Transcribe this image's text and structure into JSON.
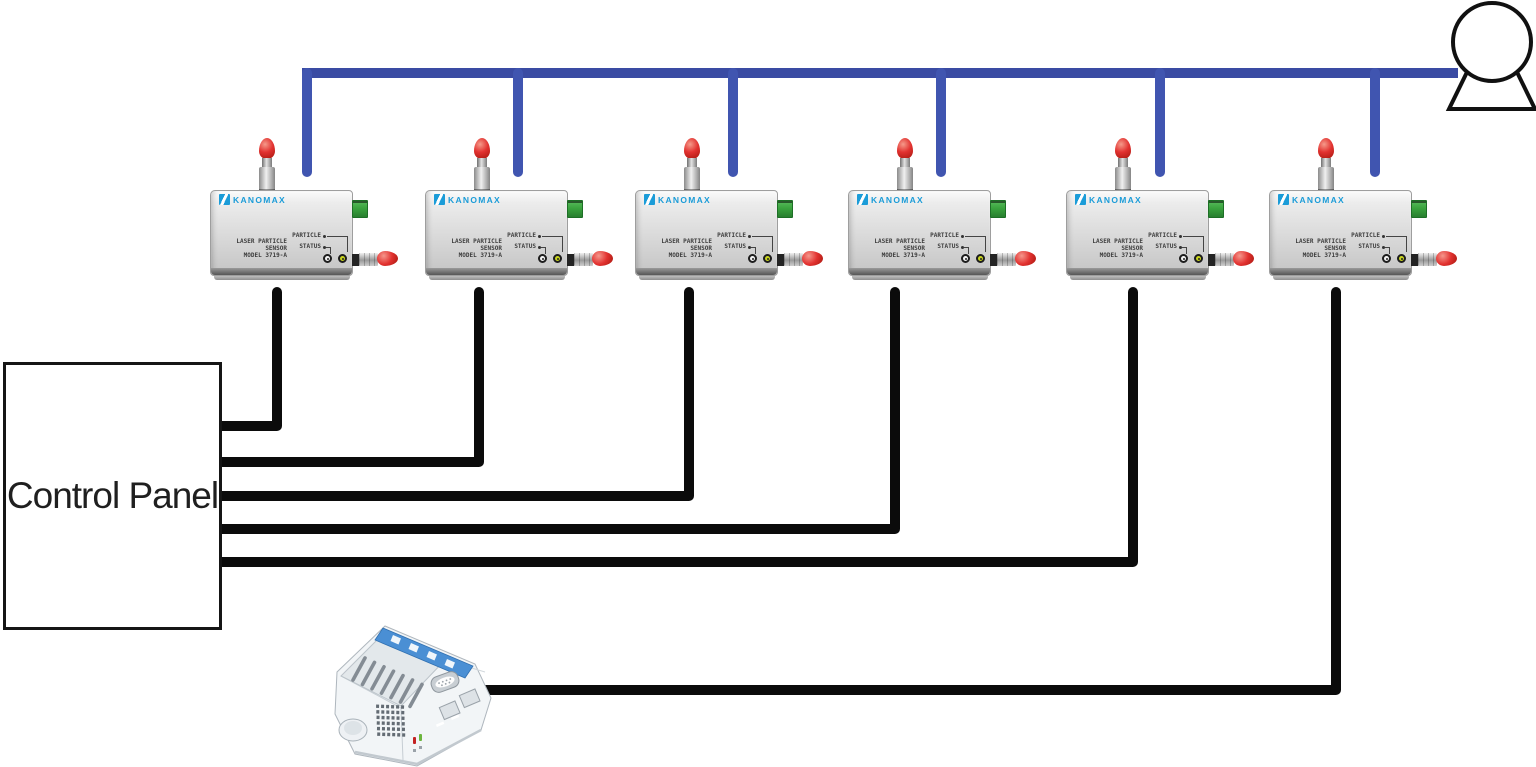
{
  "diagram": {
    "control_panel": {
      "label": "Control Panel"
    },
    "sensor": {
      "count": 6,
      "brand": "KANOMAX",
      "label_line1": "LASER PARTICLE SENSOR",
      "label_line2": "MODEL 3719-A",
      "indicator1": "PARTICLE",
      "indicator2": "STATUS"
    },
    "colors": {
      "tube_blue": "#3a4ba3",
      "tube_drop_blue": "#4055b0",
      "cable_black": "#0b0b0b",
      "brand_blue": "#1b9cd8",
      "inlet_red": "#e23230",
      "connector_green": "#3aa33e",
      "led_on_yellow": "#c8d41e"
    }
  }
}
